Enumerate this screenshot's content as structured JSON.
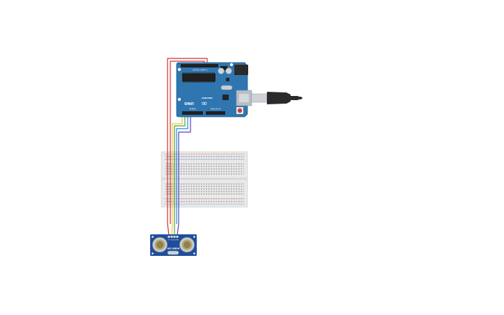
{
  "board": {
    "brand": "ARDUINO",
    "model": "UNO",
    "logo_symbol": "∞",
    "digital_label": "DIGITAL (PWM~)",
    "power_label": "POWER",
    "analog_label": "ANALOG IN",
    "body_color": "#2f76b0",
    "edge_color": "#22598a"
  },
  "sensor": {
    "model": "HC-SR04",
    "pin_labels": [
      "VCC",
      "Trig",
      "Echo",
      "GND"
    ],
    "body_color": "#1f4e9a"
  },
  "wires": [
    {
      "id": "vcc",
      "color": "#d32f2f"
    },
    {
      "id": "trig",
      "color": "#f2c81a"
    },
    {
      "id": "echo",
      "color": "#43a047"
    },
    {
      "id": "gnd",
      "color": "#5b3db8"
    }
  ],
  "breadboard": {
    "rail_red": "#e07b7b",
    "rail_blue": "#7b9fe0"
  },
  "usb": {
    "cable_color": "#2b2b2b"
  }
}
